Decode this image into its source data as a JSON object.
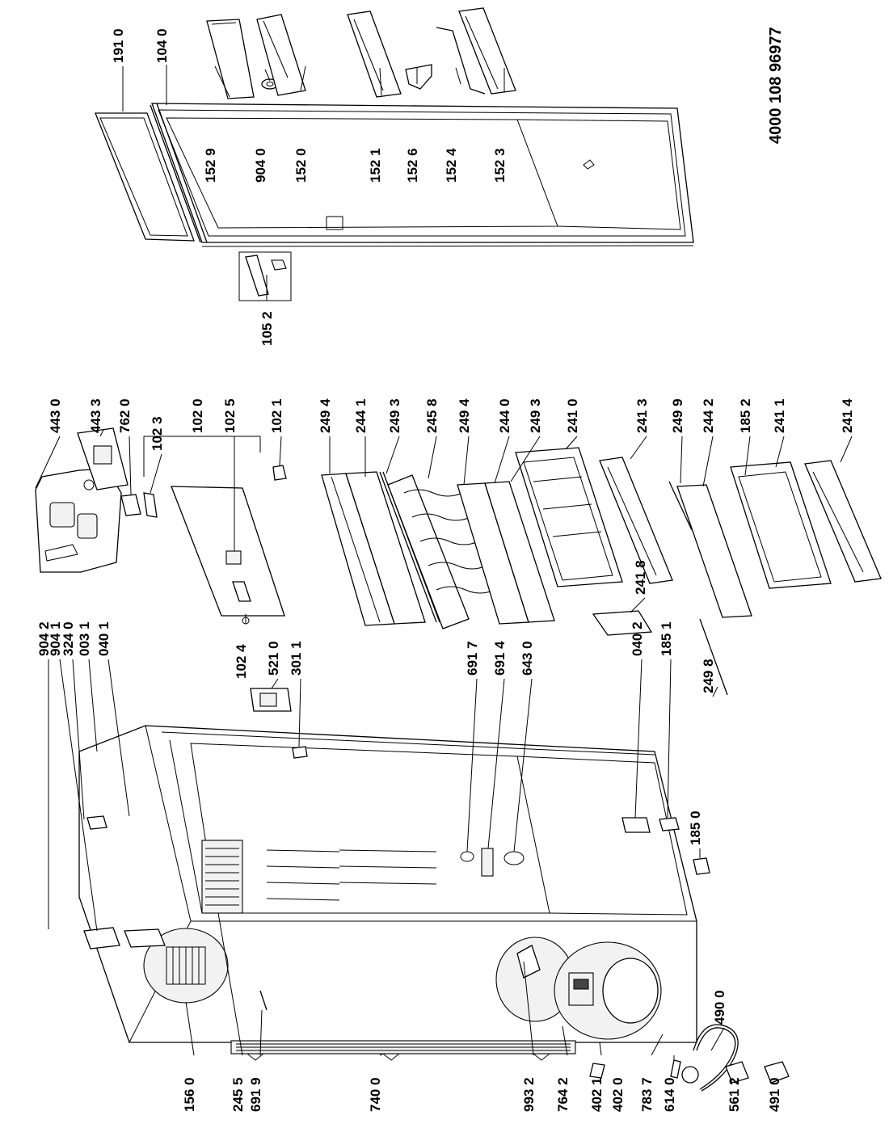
{
  "document_number": "4000 108 96977",
  "part_labels": [
    "904 2",
    "904 1",
    "324 0",
    "003 1",
    "040 1",
    "521 0",
    "301 1",
    "691 7",
    "691 4",
    "643 0",
    "040 2",
    "185 1",
    "185 0",
    "443 0",
    "443 3",
    "762 0",
    "102 0",
    "102 3",
    "102 5",
    "102 1",
    "102 4",
    "249 4",
    "244 1",
    "249 3",
    "245 8",
    "249 4",
    "244 0",
    "249 3",
    "241 0",
    "241 8",
    "241 3",
    "249 9",
    "244 2",
    "185 2",
    "249 8",
    "241 1",
    "241 4",
    "191 0",
    "104 0",
    "152 9",
    "904 0",
    "152 0",
    "152 1",
    "152 6",
    "152 4",
    "152 3",
    "105 2",
    "156 0",
    "245 5",
    "691 9",
    "740 0",
    "993 2",
    "764 2",
    "402 1",
    "402 0",
    "783 7",
    "614 0",
    "561 2",
    "491 0",
    "490 0"
  ]
}
